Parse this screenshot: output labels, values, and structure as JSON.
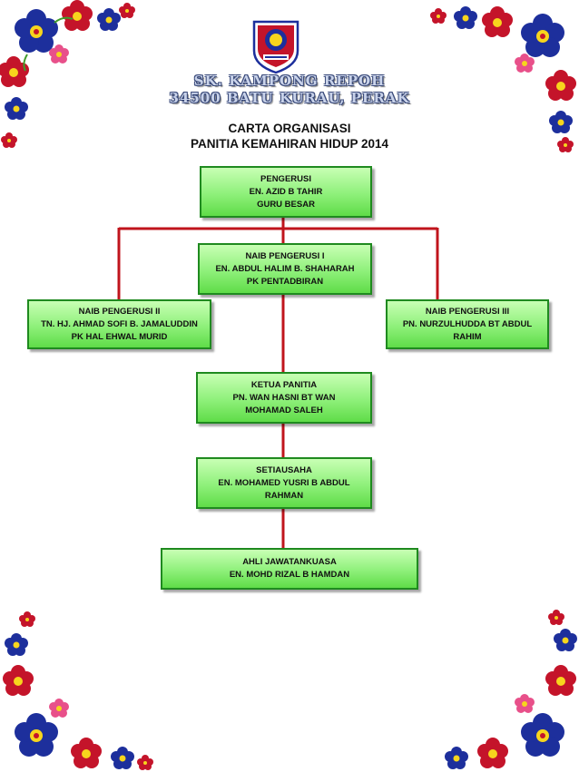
{
  "header": {
    "school_line1": "SK. KAMPONG REPOH",
    "school_line2": "34500 BATU KURAU, PERAK",
    "title_line1": "CARTA ORGANISASI",
    "title_line2": "PANITIA KEMAHIRAN HIDUP 2014",
    "logo_icon": "school-crest-icon"
  },
  "nodes": {
    "pengerusi": {
      "role": "PENGERUSI",
      "line2": "EN. AZID B TAHIR",
      "line3": "GURU BESAR"
    },
    "naib1": {
      "role": "NAIB PENGERUSI I",
      "line2": "EN. ABDUL HALIM B. SHAHARAH",
      "line3": "PK  PENTADBIRAN"
    },
    "naib2": {
      "role": "NAIB PENGERUSI II",
      "line2": "TN. HJ. AHMAD SOFI B. JAMALUDDIN",
      "line3": "PK  HAL EHWAL MURID"
    },
    "naib3": {
      "role": "NAIB PENGERUSI III",
      "line2": "PN. NURZULHUDDA BT ABDUL",
      "line3": "RAHIM"
    },
    "ketua": {
      "role": "KETUA PANITIA",
      "line2": "PN. WAN HASNI BT WAN",
      "line3": "MOHAMAD SALEH"
    },
    "setiausaha": {
      "role": "SETIAUSAHA",
      "line2": "EN. MOHAMED YUSRI B ABDUL",
      "line3": "RAHMAN"
    },
    "ahli": {
      "role": "AHLI JAWATANKUASA",
      "line2": "EN. MOHD RIZAL B HAMDAN"
    }
  },
  "colors": {
    "connector": "#c0141c",
    "box_fill": "#8ef07a",
    "box_border": "#1f8a1f",
    "flower_blue": "#1d2f9c",
    "flower_red": "#c4142a",
    "flower_pink": "#e8508a",
    "flower_yellow": "#f7d51d"
  }
}
